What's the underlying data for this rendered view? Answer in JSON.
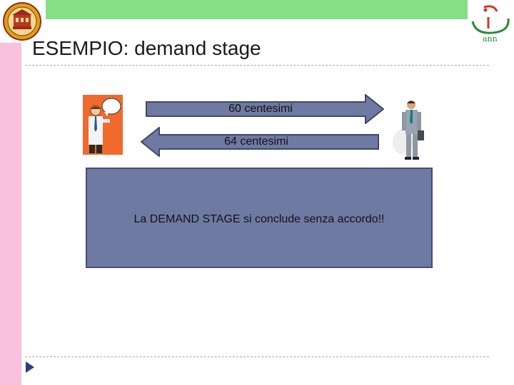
{
  "slide": {
    "title": "ESEMPIO: demand stage"
  },
  "offers": {
    "seller_offer": "60 centesimi",
    "buyer_offer": "64 centesimi"
  },
  "result": {
    "text": "La DEMAND STAGE si conclude senza accordo!!"
  },
  "colors": {
    "top_bar": "#86df86",
    "left_bar": "#fbbfe0",
    "arrow_fill": "#6f7aa3",
    "box_fill": "#6f7aa3"
  },
  "icons": {
    "left_logo": "university-seal-icon",
    "right_logo": "department-logo-icon",
    "nav": "next-slide-arrow-icon"
  }
}
